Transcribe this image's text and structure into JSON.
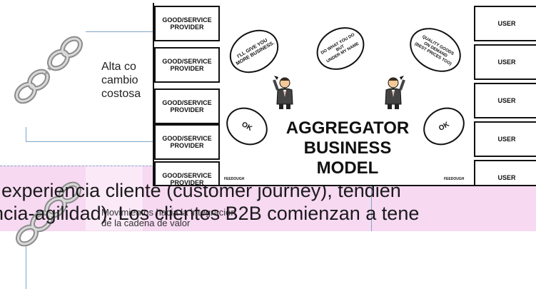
{
  "slide": {
    "alta_text": "Alta co\ncambio\ncostosa",
    "big_line_1": "experiencia cliente (customer journey), tendien",
    "big_line_2": "ncia-agilidad). Los clientes B2B comienzan a tene",
    "small_line": "Movimientos hacia la integración\nde la cadena de valor"
  },
  "infographic": {
    "providers": [
      "GOOD/SERVICE\nPROVIDER",
      "GOOD/SERVICE\nPROVIDER",
      "GOOD/SERVICE\nPROVIDER",
      "GOOD/SERVICE\nPROVIDER",
      "GOOD/SERVICE\nPROVIDER"
    ],
    "users": [
      "USER",
      "USER",
      "USER",
      "USER",
      "USER"
    ],
    "bubbles": {
      "more_business": "I'LL GIVE YOU\nMORE BUSINESS.",
      "do_what_you_do": "DO WHAT YOU DO\nBUT\nUNDER MY NAME",
      "quality_goods": "QUALITY GOODS\nON DEMAND\n(BEST PRICES TOO)",
      "ok_left": "OK",
      "ok_right": "OK"
    },
    "title_lines": [
      "AGGREGATOR",
      "BUSINESS",
      "MODEL"
    ],
    "brand": "FEEDOUGH"
  }
}
